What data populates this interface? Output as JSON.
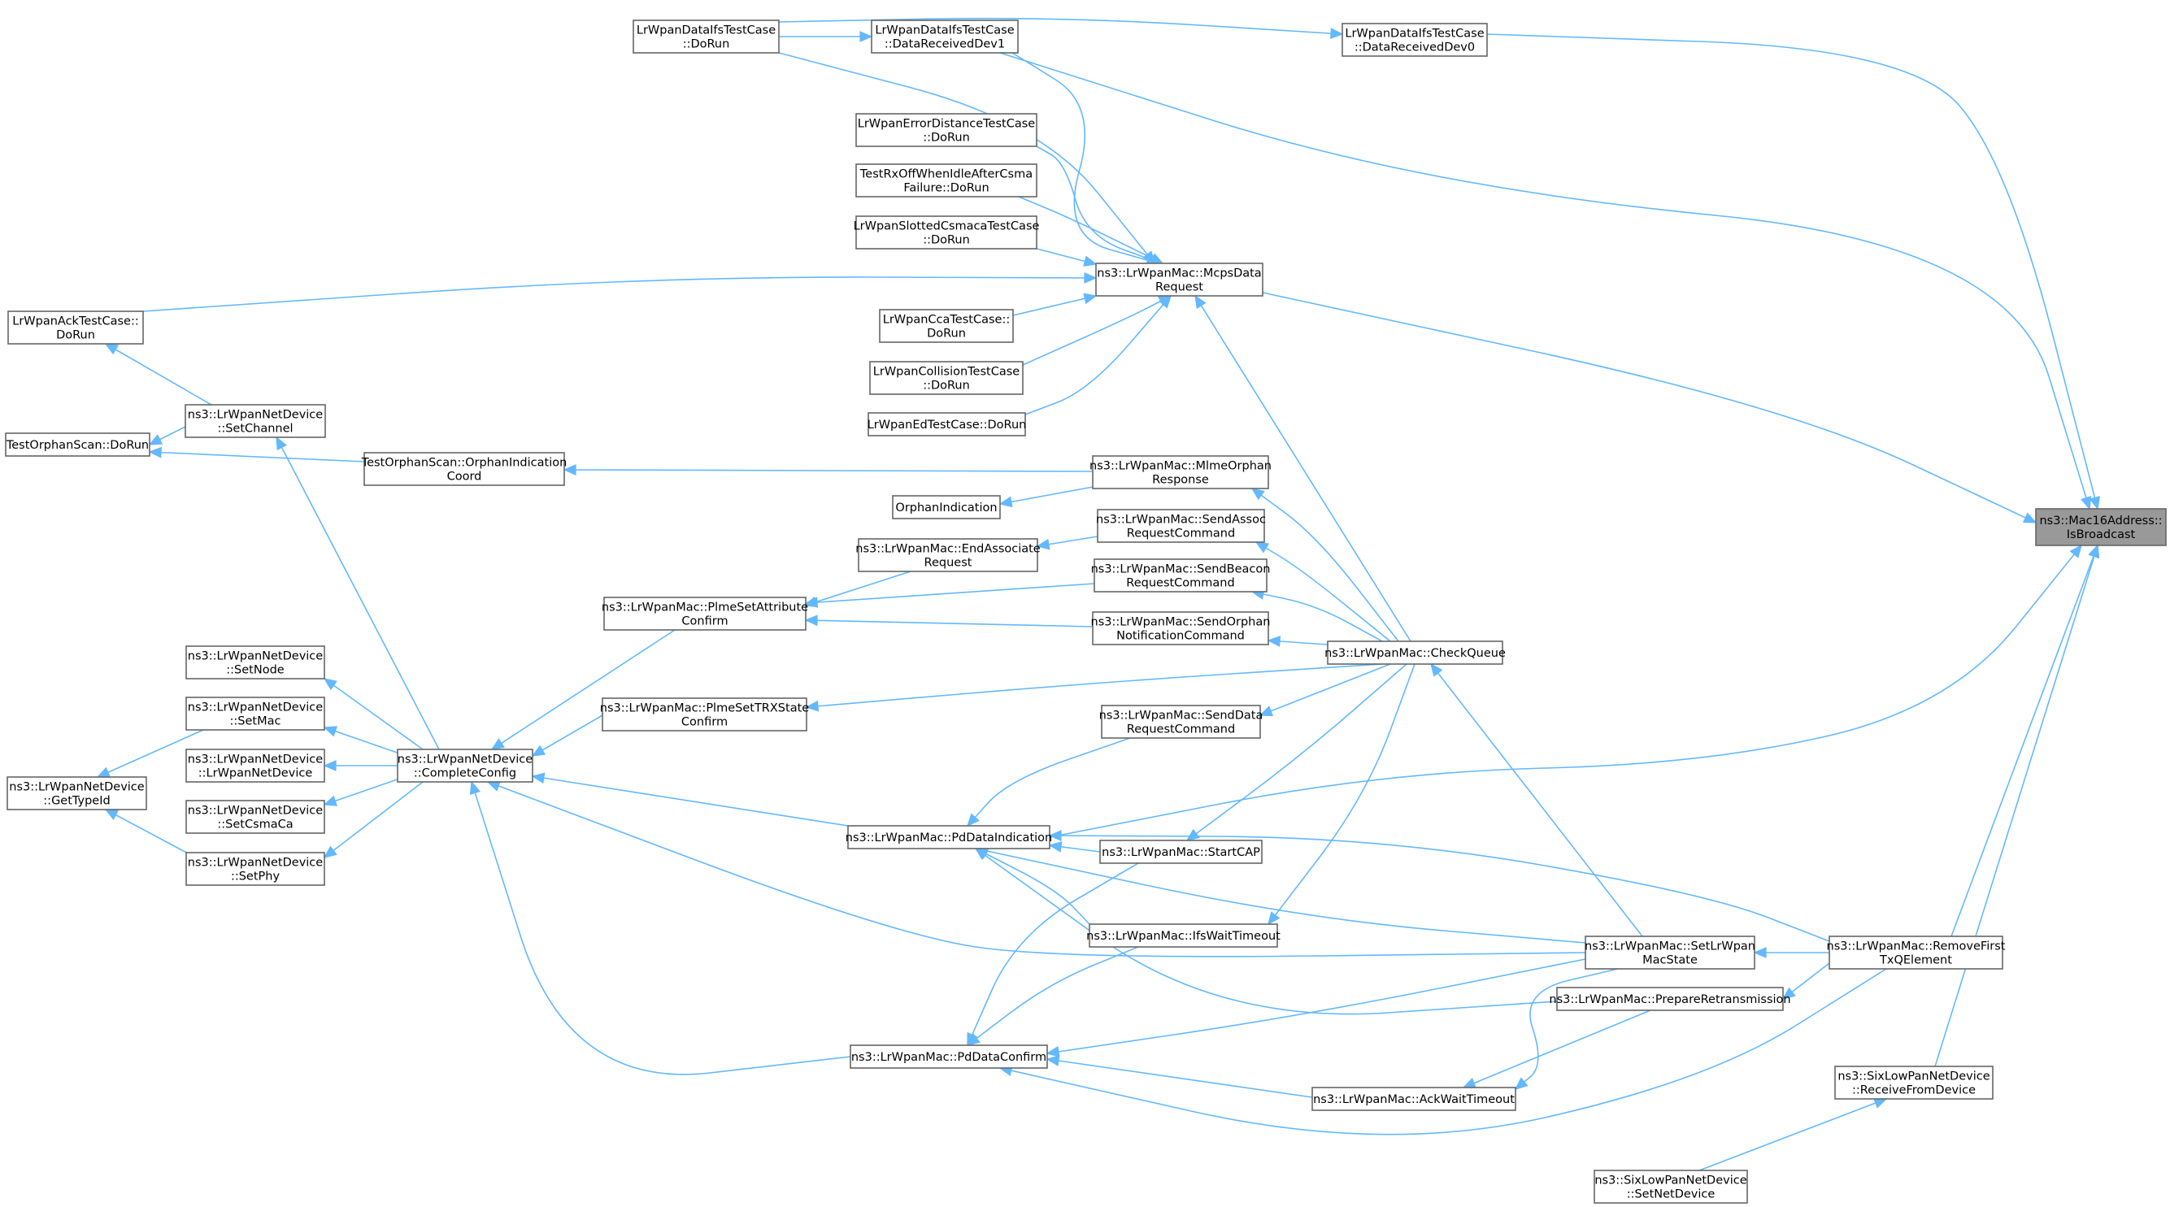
{
  "colors": {
    "edge": "#63b8ff",
    "node_border": "#666666",
    "node_fill": "#ffffff",
    "root_fill": "#999999"
  },
  "nodes": {
    "isBroadcast": [
      "ns3::Mac16Address::",
      "IsBroadcast"
    ],
    "dataIfsDoRun": [
      "LrWpanDataIfsTestCase",
      "::DoRun"
    ],
    "dataIfsDev1": [
      "LrWpanDataIfsTestCase",
      "::DataReceivedDev1"
    ],
    "dataIfsDev0": [
      "LrWpanDataIfsTestCase",
      "::DataReceivedDev0"
    ],
    "errDist": [
      "LrWpanErrorDistanceTestCase",
      "::DoRun"
    ],
    "rxOff": [
      "TestRxOffWhenIdleAfterCsma",
      "Failure::DoRun"
    ],
    "slotted": [
      "LrWpanSlottedCsmacaTestCase",
      "::DoRun"
    ],
    "mcps": [
      "ns3::LrWpanMac::McpsData",
      "Request"
    ],
    "ackTC": [
      "LrWpanAckTestCase::",
      "DoRun"
    ],
    "cca": [
      "LrWpanCcaTestCase::",
      "DoRun"
    ],
    "collision": [
      "LrWpanCollisionTestCase",
      "::DoRun"
    ],
    "ed": [
      "LrWpanEdTestCase::DoRun"
    ],
    "setChannel": [
      "ns3::LrWpanNetDevice",
      "::SetChannel"
    ],
    "orphanScan": [
      "TestOrphanScan::DoRun"
    ],
    "orphanCoord": [
      "TestOrphanScan::OrphanIndication",
      "Coord"
    ],
    "mlmeOrphan": [
      "ns3::LrWpanMac::MlmeOrphan",
      "Response"
    ],
    "orphanInd": [
      "OrphanIndication"
    ],
    "sendAssoc": [
      "ns3::LrWpanMac::SendAssoc",
      "RequestCommand"
    ],
    "endAssoc": [
      "ns3::LrWpanMac::EndAssociate",
      "Request"
    ],
    "sendBeacon": [
      "ns3::LrWpanMac::SendBeacon",
      "RequestCommand"
    ],
    "plmeAttr": [
      "ns3::LrWpanMac::PlmeSetAttribute",
      "Confirm"
    ],
    "sendOrphan": [
      "ns3::LrWpanMac::SendOrphan",
      "NotificationCommand"
    ],
    "checkQueue": [
      "ns3::LrWpanMac::CheckQueue"
    ],
    "setNode": [
      "ns3::LrWpanNetDevice",
      "::SetNode"
    ],
    "setMac": [
      "ns3::LrWpanNetDevice",
      "::SetMac"
    ],
    "plmeTrx": [
      "ns3::LrWpanMac::PlmeSetTRXState",
      "Confirm"
    ],
    "sendDataReq": [
      "ns3::LrWpanMac::SendData",
      "RequestCommand"
    ],
    "getTypeId": [
      "ns3::LrWpanNetDevice",
      "::GetTypeId"
    ],
    "ctor": [
      "ns3::LrWpanNetDevice",
      "::LrWpanNetDevice"
    ],
    "completeConfig": [
      "ns3::LrWpanNetDevice",
      "::CompleteConfig"
    ],
    "setCsma": [
      "ns3::LrWpanNetDevice",
      "::SetCsmaCa"
    ],
    "pdInd": [
      "ns3::LrWpanMac::PdDataIndication"
    ],
    "startCap": [
      "ns3::LrWpanMac::StartCAP"
    ],
    "setPhy": [
      "ns3::LrWpanNetDevice",
      "::SetPhy"
    ],
    "ifsWait": [
      "ns3::LrWpanMac::IfsWaitTimeout"
    ],
    "setMacState": [
      "ns3::LrWpanMac::SetLrWpan",
      "MacState"
    ],
    "removeFirst": [
      "ns3::LrWpanMac::RemoveFirst",
      "TxQElement"
    ],
    "prepRetrans": [
      "ns3::LrWpanMac::PrepareRetransmission"
    ],
    "pdConfirm": [
      "ns3::LrWpanMac::PdDataConfirm"
    ],
    "ackWait": [
      "ns3::LrWpanMac::AckWaitTimeout"
    ],
    "sixRecv": [
      "ns3::SixLowPanNetDevice",
      "::ReceiveFromDevice"
    ],
    "sixSetNet": [
      "ns3::SixLowPanNetDevice",
      "::SetNetDevice"
    ]
  },
  "edges": [
    [
      "dataIfsDoRun",
      "dataIfsDev1"
    ],
    [
      "dataIfsDoRun",
      "dataIfsDev0"
    ],
    [
      "dataIfsDev0",
      "isBroadcast"
    ],
    [
      "dataIfsDev1",
      "isBroadcast"
    ],
    [
      "dataIfsDoRun",
      "mcps"
    ],
    [
      "dataIfsDev1",
      "mcps"
    ],
    [
      "errDist",
      "mcps"
    ],
    [
      "rxOff",
      "mcps"
    ],
    [
      "slotted",
      "mcps"
    ],
    [
      "ackTC",
      "mcps"
    ],
    [
      "cca",
      "mcps"
    ],
    [
      "collision",
      "mcps"
    ],
    [
      "ed",
      "mcps"
    ],
    [
      "mcps",
      "isBroadcast"
    ],
    [
      "setChannel",
      "ackTC"
    ],
    [
      "setChannel",
      "orphanScan"
    ],
    [
      "orphanCoord",
      "orphanScan"
    ],
    [
      "mlmeOrphan",
      "orphanCoord"
    ],
    [
      "mlmeOrphan",
      "orphanInd"
    ],
    [
      "sendAssoc",
      "endAssoc"
    ],
    [
      "endAssoc",
      "plmeAttr"
    ],
    [
      "sendBeacon",
      "plmeAttr"
    ],
    [
      "sendOrphan",
      "plmeAttr"
    ],
    [
      "checkQueue",
      "mcps"
    ],
    [
      "checkQueue",
      "mlmeOrphan"
    ],
    [
      "checkQueue",
      "sendAssoc"
    ],
    [
      "checkQueue",
      "sendBeacon"
    ],
    [
      "checkQueue",
      "sendOrphan"
    ],
    [
      "checkQueue",
      "plmeTrx"
    ],
    [
      "checkQueue",
      "sendDataReq"
    ],
    [
      "checkQueue",
      "startCap"
    ],
    [
      "checkQueue",
      "ifsWait"
    ],
    [
      "plmeAttr",
      "completeConfig"
    ],
    [
      "plmeTrx",
      "completeConfig"
    ],
    [
      "completeConfig",
      "setChannel"
    ],
    [
      "completeConfig",
      "setNode"
    ],
    [
      "completeConfig",
      "setMac"
    ],
    [
      "completeConfig",
      "ctor"
    ],
    [
      "completeConfig",
      "setCsma"
    ],
    [
      "completeConfig",
      "setPhy"
    ],
    [
      "setMac",
      "getTypeId"
    ],
    [
      "setPhy",
      "getTypeId"
    ],
    [
      "sendDataReq",
      "pdInd"
    ],
    [
      "pdInd",
      "completeConfig"
    ],
    [
      "startCap",
      "pdInd"
    ],
    [
      "ifsWait",
      "pdInd"
    ],
    [
      "startCap",
      "pdConfirm"
    ],
    [
      "ifsWait",
      "pdConfirm"
    ],
    [
      "setMacState",
      "checkQueue"
    ],
    [
      "setMacState",
      "pdInd"
    ],
    [
      "setMacState",
      "completeConfig"
    ],
    [
      "setMacState",
      "pdConfirm"
    ],
    [
      "setMacState",
      "ackWait"
    ],
    [
      "removeFirst",
      "setMacState"
    ],
    [
      "removeFirst",
      "prepRetrans"
    ],
    [
      "removeFirst",
      "pdInd"
    ],
    [
      "removeFirst",
      "pdConfirm"
    ],
    [
      "removeFirst",
      "isBroadcast"
    ],
    [
      "prepRetrans",
      "pdInd"
    ],
    [
      "prepRetrans",
      "ackWait"
    ],
    [
      "pdConfirm",
      "completeConfig"
    ],
    [
      "ackWait",
      "pdConfirm"
    ],
    [
      "pdInd",
      "isBroadcast"
    ],
    [
      "sixRecv",
      "isBroadcast"
    ],
    [
      "sixSetNet",
      "sixRecv"
    ]
  ]
}
